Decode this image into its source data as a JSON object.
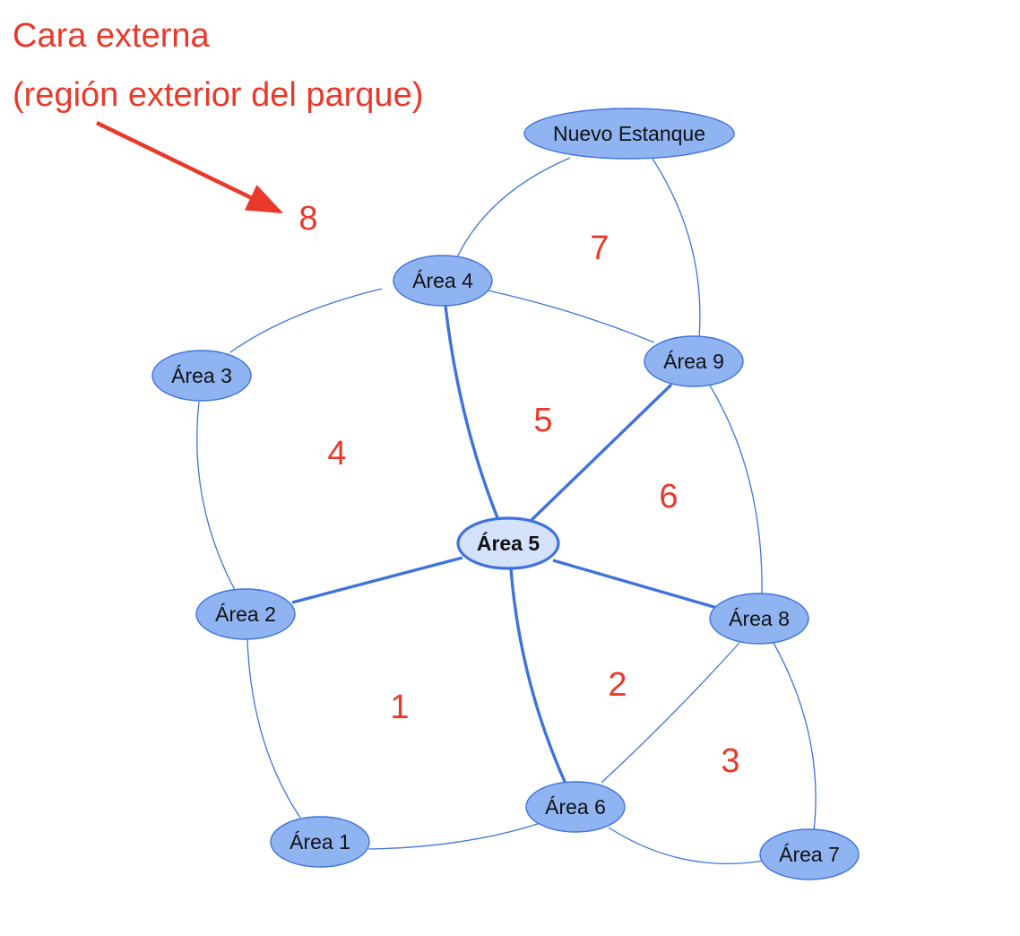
{
  "annotation": {
    "line1": "Cara externa",
    "line2": "(región exterior del parque)"
  },
  "colors": {
    "node_fill": "#90b4f2",
    "center_node_fill": "#d4e2fb",
    "edge": "#3f73dc",
    "face_label": "#e8392a",
    "arrow": "#e8392a"
  },
  "nodes": [
    {
      "id": "nuevo-estanque",
      "label": "Nuevo Estanque",
      "center": false
    },
    {
      "id": "area-4",
      "label": "Área 4",
      "center": false
    },
    {
      "id": "area-3",
      "label": "Área 3",
      "center": false
    },
    {
      "id": "area-9",
      "label": "Área 9",
      "center": false
    },
    {
      "id": "area-5",
      "label": "Área 5",
      "center": true
    },
    {
      "id": "area-2",
      "label": "Área 2",
      "center": false
    },
    {
      "id": "area-8",
      "label": "Área 8",
      "center": false
    },
    {
      "id": "area-6",
      "label": "Área 6",
      "center": false
    },
    {
      "id": "area-1",
      "label": "Área 1",
      "center": false
    },
    {
      "id": "area-7",
      "label": "Área 7",
      "center": false
    }
  ],
  "edges": [
    {
      "from": "nuevo-estanque",
      "to": "area-4",
      "emphasis": false
    },
    {
      "from": "nuevo-estanque",
      "to": "area-9",
      "emphasis": false
    },
    {
      "from": "area-4",
      "to": "area-9",
      "emphasis": false
    },
    {
      "from": "area-4",
      "to": "area-3",
      "emphasis": false
    },
    {
      "from": "area-4",
      "to": "area-5",
      "emphasis": true
    },
    {
      "from": "area-9",
      "to": "area-5",
      "emphasis": true
    },
    {
      "from": "area-9",
      "to": "area-8",
      "emphasis": false
    },
    {
      "from": "area-3",
      "to": "area-2",
      "emphasis": false
    },
    {
      "from": "area-2",
      "to": "area-5",
      "emphasis": true
    },
    {
      "from": "area-5",
      "to": "area-8",
      "emphasis": true
    },
    {
      "from": "area-5",
      "to": "area-6",
      "emphasis": true
    },
    {
      "from": "area-2",
      "to": "area-1",
      "emphasis": false
    },
    {
      "from": "area-1",
      "to": "area-6",
      "emphasis": false
    },
    {
      "from": "area-8",
      "to": "area-6",
      "emphasis": false
    },
    {
      "from": "area-6",
      "to": "area-7",
      "emphasis": false
    },
    {
      "from": "area-8",
      "to": "area-7",
      "emphasis": false
    }
  ],
  "faces": [
    "1",
    "2",
    "3",
    "4",
    "5",
    "6",
    "7",
    "8"
  ]
}
